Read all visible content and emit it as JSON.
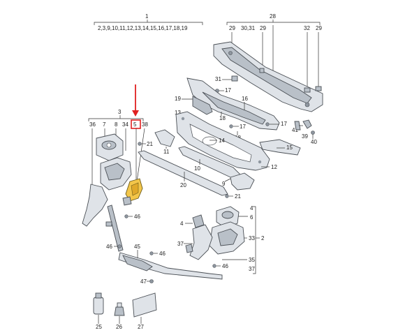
{
  "diagram": {
    "group_1": {
      "number": "1",
      "sub_numbers": "2,3,9,10,11,12,13,14,15,16,17,18,19"
    },
    "group_28": {
      "number": "28"
    },
    "group_3": {
      "number": "3"
    },
    "group_2": {
      "number": "2"
    },
    "callouts": {
      "c29a": "29",
      "c30": "30,31",
      "c29b": "29",
      "c32": "32",
      "c29c": "29",
      "c31": "31",
      "c17a": "17",
      "c16": "16",
      "c19": "19",
      "c13": "13",
      "c18a": "18",
      "c17b": "17",
      "c18b": "18",
      "c17c": "17",
      "c41": "41",
      "c39": "39",
      "c40": "40",
      "c14": "14",
      "c15": "15",
      "c12": "12",
      "c36": "36",
      "c7": "7",
      "c8": "8",
      "c34": "34",
      "c5": "5",
      "c38": "38",
      "c21a": "21",
      "c11": "11",
      "c10": "10",
      "c20": "20",
      "c9": "9",
      "c21b": "21",
      "c46a": "46",
      "c4": "4",
      "c6": "6",
      "c37a": "37",
      "c33": "33",
      "c46b": "46",
      "c45": "45",
      "c46c": "46",
      "c35": "35",
      "c37b": "37",
      "c47": "47",
      "c25": "25",
      "c26": "26",
      "c27": "27"
    },
    "highlight_color": "#e02020",
    "highlight_part_color": "#f3c64a"
  }
}
